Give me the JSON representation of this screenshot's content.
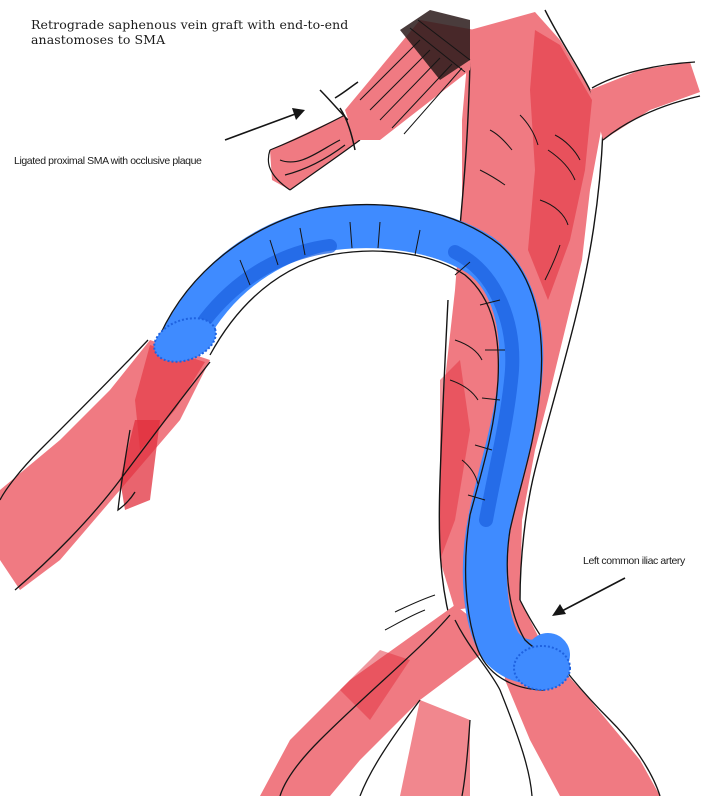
{
  "labels": {
    "graft": "Retrograde saphenous vein graft with end-to-end\nanastomoses to SMA",
    "ligated_sma": "Ligated proximal SMA with occlusive plaque",
    "left_iliac": "Left common iliac artery"
  },
  "colors": {
    "artery": "#f07a82",
    "artery_dark": "#e2303e",
    "vein_graft": "#3f8bff",
    "vein_graft_dark": "#1e62e0",
    "outline": "#151515"
  }
}
